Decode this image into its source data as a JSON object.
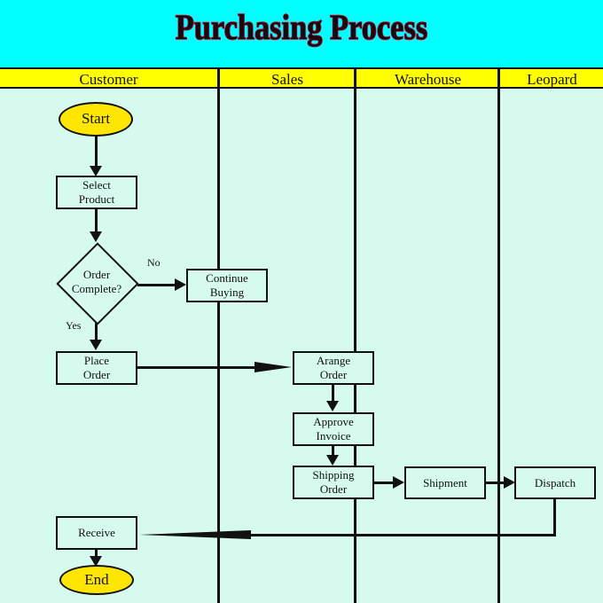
{
  "title": "Purchasing Process",
  "colors": {
    "banner_background": "#00ffff",
    "title_text": "#150a10",
    "title_outline": "#c3002f",
    "lane_header_background": "#ffff00",
    "diagram_background": "#d6faee",
    "terminator_fill": "#ffe600",
    "line": "#111111"
  },
  "lanes": [
    {
      "label": "Customer"
    },
    {
      "label": "Sales"
    },
    {
      "label": "Warehouse"
    },
    {
      "label": "Leopard"
    }
  ],
  "nodes": {
    "start": {
      "label": "Start",
      "shape": "terminator",
      "lane": "Customer"
    },
    "select_product": {
      "label": "Select\nProduct",
      "shape": "process",
      "lane": "Customer"
    },
    "order_complete": {
      "label": "Order\nComplete?",
      "shape": "decision",
      "lane": "Customer"
    },
    "continue_buying": {
      "label": "Continue\nBuying",
      "shape": "process",
      "lane": "Customer"
    },
    "place_order": {
      "label": "Place\nOrder",
      "shape": "process",
      "lane": "Customer"
    },
    "arange_order": {
      "label": "Arange\nOrder",
      "shape": "process",
      "lane": "Sales"
    },
    "approve_invoice": {
      "label": "Approve\nInvoice",
      "shape": "process",
      "lane": "Sales"
    },
    "shipping_order": {
      "label": "Shipping\nOrder",
      "shape": "process",
      "lane": "Sales"
    },
    "shipment": {
      "label": "Shipment",
      "shape": "process",
      "lane": "Warehouse"
    },
    "dispatch": {
      "label": "Dispatch",
      "shape": "process",
      "lane": "Leopard"
    },
    "receive": {
      "label": "Receive",
      "shape": "process",
      "lane": "Customer"
    },
    "end": {
      "label": "End",
      "shape": "terminator",
      "lane": "Customer"
    }
  },
  "edge_labels": {
    "no": "No",
    "yes": "Yes"
  },
  "chart_data": {
    "type": "table",
    "title": "Purchasing Process",
    "lanes": [
      "Customer",
      "Sales",
      "Warehouse",
      "Leopard"
    ],
    "nodes": [
      {
        "id": "start",
        "label": "Start",
        "shape": "terminator",
        "lane": "Customer"
      },
      {
        "id": "select_product",
        "label": "Select Product",
        "shape": "process",
        "lane": "Customer"
      },
      {
        "id": "order_complete",
        "label": "Order Complete?",
        "shape": "decision",
        "lane": "Customer"
      },
      {
        "id": "continue_buying",
        "label": "Continue Buying",
        "shape": "process",
        "lane": "Customer"
      },
      {
        "id": "place_order",
        "label": "Place Order",
        "shape": "process",
        "lane": "Customer"
      },
      {
        "id": "arange_order",
        "label": "Arange Order",
        "shape": "process",
        "lane": "Sales"
      },
      {
        "id": "approve_invoice",
        "label": "Approve Invoice",
        "shape": "process",
        "lane": "Sales"
      },
      {
        "id": "shipping_order",
        "label": "Shipping Order",
        "shape": "process",
        "lane": "Sales"
      },
      {
        "id": "shipment",
        "label": "Shipment",
        "shape": "process",
        "lane": "Warehouse"
      },
      {
        "id": "dispatch",
        "label": "Dispatch",
        "shape": "process",
        "lane": "Leopard"
      },
      {
        "id": "receive",
        "label": "Receive",
        "shape": "process",
        "lane": "Customer"
      },
      {
        "id": "end",
        "label": "End",
        "shape": "terminator",
        "lane": "Customer"
      }
    ],
    "edges": [
      {
        "from": "start",
        "to": "select_product",
        "label": ""
      },
      {
        "from": "select_product",
        "to": "order_complete",
        "label": ""
      },
      {
        "from": "order_complete",
        "to": "continue_buying",
        "label": "No"
      },
      {
        "from": "order_complete",
        "to": "place_order",
        "label": "Yes"
      },
      {
        "from": "place_order",
        "to": "arange_order",
        "label": ""
      },
      {
        "from": "arange_order",
        "to": "approve_invoice",
        "label": ""
      },
      {
        "from": "approve_invoice",
        "to": "shipping_order",
        "label": ""
      },
      {
        "from": "shipping_order",
        "to": "shipment",
        "label": ""
      },
      {
        "from": "shipment",
        "to": "dispatch",
        "label": ""
      },
      {
        "from": "dispatch",
        "to": "receive",
        "label": ""
      },
      {
        "from": "receive",
        "to": "end",
        "label": ""
      }
    ]
  }
}
